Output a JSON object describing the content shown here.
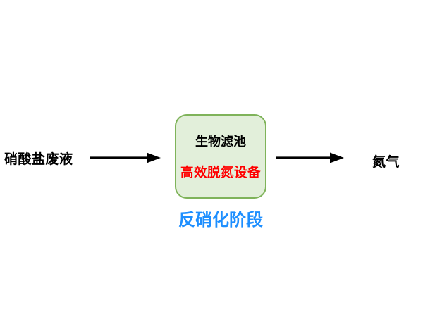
{
  "diagram": {
    "input_label": "硝酸盐废液",
    "process_box": {
      "line1": "生物滤池",
      "line2": "高效脱氮设备"
    },
    "output_label": "氮气",
    "stage_label": "反硝化阶段",
    "colors": {
      "box_fill": "#e2efda",
      "box_border": "#7fb35a",
      "equipment_text": "#ff0000",
      "stage_text": "#1e8fff",
      "arrow": "#000000"
    }
  }
}
